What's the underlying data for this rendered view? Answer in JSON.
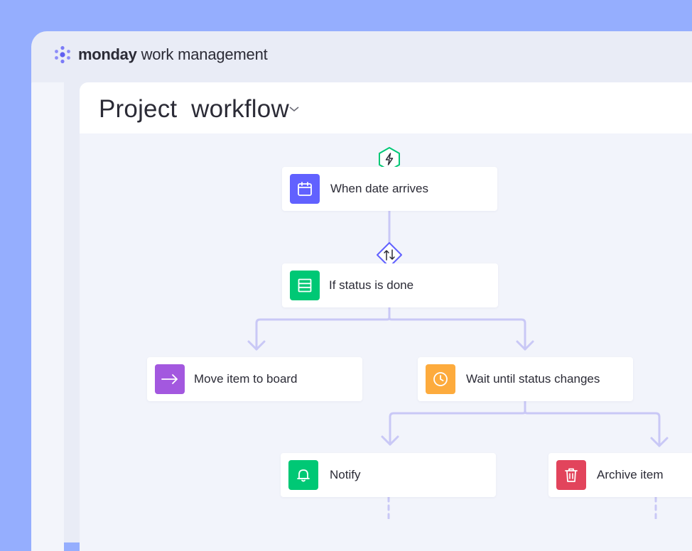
{
  "app": {
    "brand_name": "monday",
    "brand_product": "work management",
    "logo_icon": "monday-logo-icon"
  },
  "page": {
    "title": "Project  workflow"
  },
  "workflow": {
    "trigger_badge_icon": "lightning-bolt-icon",
    "condition_badge_icon": "swap-arrows-icon",
    "nodes": {
      "trigger": {
        "label": "When date arrives",
        "icon": "calendar-icon",
        "color": "#6161ff"
      },
      "condition": {
        "label": "If status is done",
        "icon": "table-icon",
        "color": "#00c875"
      },
      "move": {
        "label": "Move item to board",
        "icon": "arrow-right-icon",
        "color": "#a358df"
      },
      "wait": {
        "label": "Wait until status changes",
        "icon": "clock-icon",
        "color": "#fdab3d"
      },
      "notify": {
        "label": "Notify",
        "icon": "bell-icon",
        "color": "#00c875"
      },
      "archive": {
        "label": "Archive item",
        "icon": "trash-icon",
        "color": "#e2445c"
      }
    }
  },
  "colors": {
    "background": "#95aefe",
    "connector": "#c9c8f6",
    "trigger_badge": "#00c875",
    "condition_badge": "#6161ff"
  }
}
